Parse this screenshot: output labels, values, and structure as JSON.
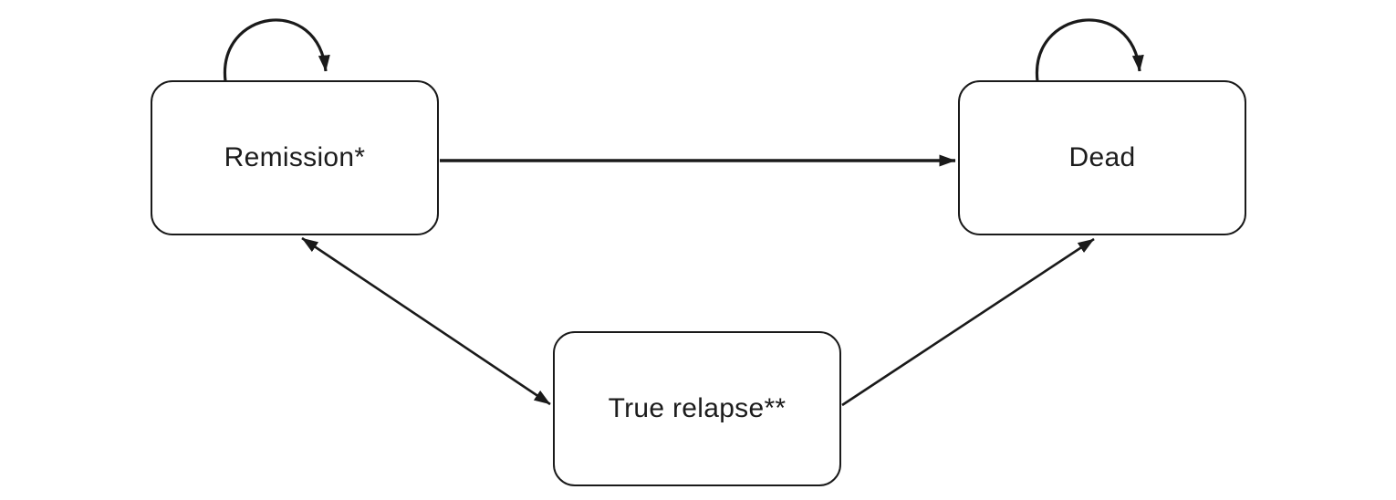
{
  "diagram": {
    "type": "state-transition-diagram",
    "nodes": [
      {
        "id": "remission",
        "label": "Remission*"
      },
      {
        "id": "dead",
        "label": "Dead"
      },
      {
        "id": "true-relapse",
        "label": "True relapse**"
      }
    ],
    "edges": [
      {
        "from": "remission",
        "to": "remission",
        "style": "self-loop"
      },
      {
        "from": "dead",
        "to": "dead",
        "style": "self-loop"
      },
      {
        "from": "remission",
        "to": "dead",
        "style": "directed"
      },
      {
        "from": "remission",
        "to": "true-relapse",
        "style": "bidirectional"
      },
      {
        "from": "true-relapse",
        "to": "dead",
        "style": "directed"
      }
    ],
    "colors": {
      "line": "#1a1a1a",
      "text": "#1c1c1c",
      "node_fill": "#ffffff",
      "background": "#ffffff"
    }
  }
}
